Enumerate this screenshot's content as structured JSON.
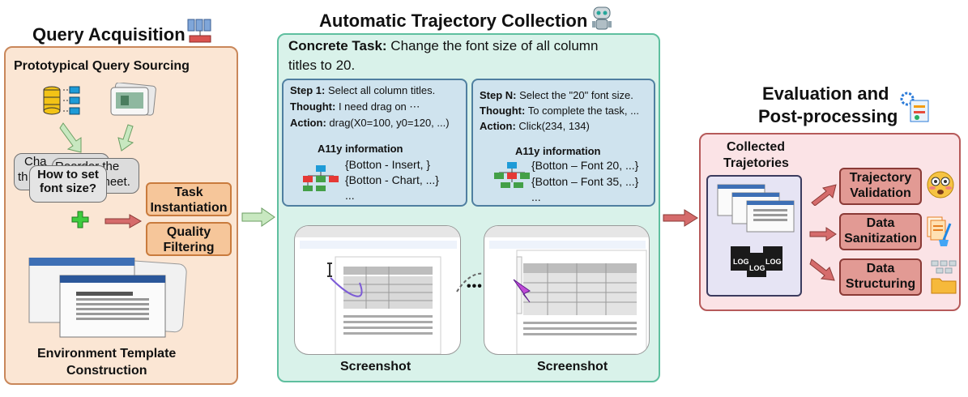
{
  "query_acquisition": {
    "title": "Query Acquisition",
    "prototypical_heading": "Prototypical Query Sourcing",
    "bubble_back_1": "Cha",
    "bubble_back_2": "Reorder the",
    "bubble_back_3": "th",
    "bubble_back_4": "sheet.",
    "bubble_front_line1": "How to set",
    "bubble_front_line2": "font size?",
    "task_instantiation": "Task Instantiation",
    "quality_filtering": "Quality Filtering",
    "environment_line1": "Environment Template",
    "environment_line2": "Construction"
  },
  "trajectory_collection": {
    "title": "Automatic Trajectory Collection",
    "concrete_task_label": "Concrete Task:",
    "concrete_task_line1": "Change the font size of all column",
    "concrete_task_line2": "titles to 20.",
    "step1": {
      "step_label": "Step 1:",
      "step_text": "Select all column titles.",
      "thought_label": "Thought:",
      "thought_text": "I need drag on ⋯",
      "action_label": "Action:",
      "action_text": "drag(X0=100, y0=120, ...)",
      "a11y_title": "A11y information",
      "a11y_line1": "{Botton - Insert, }",
      "a11y_line2": "{Botton - Chart,  ...}",
      "a11y_line3": "..."
    },
    "stepN": {
      "step_label": "Step N:",
      "step_text": "Select the \"20\" font size.",
      "thought_label": "Thought:",
      "thought_text": "To complete the task, ...",
      "action_label": "Action:",
      "action_text": "Click(234, 134)",
      "a11y_title": "A11y information",
      "a11y_line1": "{Botton  –  Font 20, ...}",
      "a11y_line2": "{Botton  –  Font 35, ...}",
      "a11y_line3": "..."
    },
    "ellipsis": "•••",
    "screenshot_label_1": "Screenshot",
    "screenshot_label_2": "Screenshot"
  },
  "evaluation": {
    "title_line1": "Evaluation and",
    "title_line2": "Post-processing",
    "collected_line1": "Collected",
    "collected_line2": "Trajetories",
    "log_label": "LOG",
    "trajectory_validation": "Trajectory Validation",
    "data_sanitization": "Data Sanitization",
    "data_structuring": "Data Structuring"
  },
  "colors": {
    "left_panel": "#fbe6d4",
    "mid_panel": "#d9f2ea",
    "right_panel": "#fbe3e6",
    "green_arrow": "#c8e8c0",
    "red_arrow": "#d56b6b",
    "plus": "#3fcc3f"
  }
}
